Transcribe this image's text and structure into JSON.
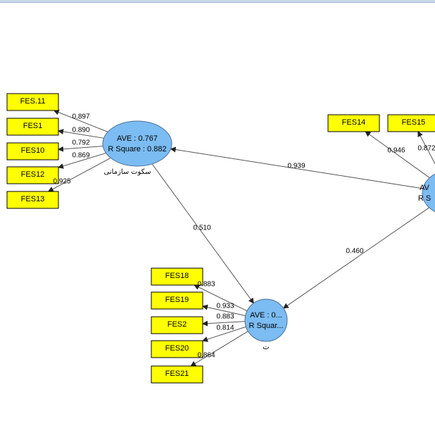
{
  "colors": {
    "indicator_fill": "#ffff00",
    "construct_fill": "#7bbcf2",
    "arrow": "#555555"
  },
  "constructs": [
    {
      "id": "c1",
      "line1": "AVE : 0.767",
      "line2": "R Square : 0.882",
      "name": "سکوت سازمانی"
    },
    {
      "id": "c2",
      "line1": "AVE : 0...",
      "line2": "R Squar...",
      "name": "ت"
    },
    {
      "id": "c3",
      "line1": "AV",
      "line2": "R S",
      "name": ""
    }
  ],
  "indicators": [
    {
      "id": "i1",
      "label": "FES.11"
    },
    {
      "id": "i2",
      "label": "FES1"
    },
    {
      "id": "i3",
      "label": "FES10"
    },
    {
      "id": "i4",
      "label": "FES12"
    },
    {
      "id": "i5",
      "label": "FES13"
    },
    {
      "id": "i6",
      "label": "FES14"
    },
    {
      "id": "i7",
      "label": "FES15"
    },
    {
      "id": "i8",
      "label": "FES18"
    },
    {
      "id": "i9",
      "label": "FES19"
    },
    {
      "id": "i10",
      "label": "FES2"
    },
    {
      "id": "i11",
      "label": "FES20"
    },
    {
      "id": "i12",
      "label": "FES21"
    }
  ],
  "loadings": [
    {
      "from": "c1",
      "to": "i1",
      "value": "0.897"
    },
    {
      "from": "c1",
      "to": "i2",
      "value": "0.890"
    },
    {
      "from": "c1",
      "to": "i3",
      "value": "0.792"
    },
    {
      "from": "c1",
      "to": "i4",
      "value": "0.869"
    },
    {
      "from": "c1",
      "to": "i5",
      "value": "0.925"
    },
    {
      "from": "c3",
      "to": "i6",
      "value": "0.946"
    },
    {
      "from": "c3",
      "to": "i7",
      "value": "0.872"
    },
    {
      "from": "c2",
      "to": "i8",
      "value": "0.883"
    },
    {
      "from": "c2",
      "to": "i9",
      "value": "0.933"
    },
    {
      "from": "c2",
      "to": "i10",
      "value": "0.883"
    },
    {
      "from": "c2",
      "to": "i11",
      "value": "0.814"
    },
    {
      "from": "c2",
      "to": "i12",
      "value": "0.864"
    }
  ],
  "paths": [
    {
      "from": "c3",
      "to": "c1",
      "value": "0.939"
    },
    {
      "from": "c1",
      "to": "c2",
      "value": "0.510"
    },
    {
      "from": "c3",
      "to": "c2",
      "value": "0.460"
    }
  ]
}
